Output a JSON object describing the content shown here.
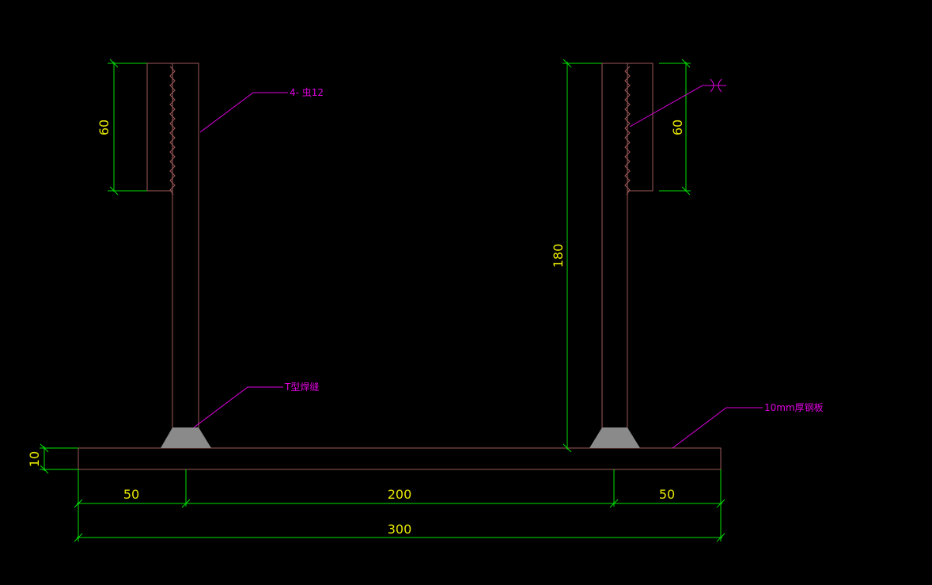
{
  "colors": {
    "background": "#000000",
    "outline": "#a05a5a",
    "dimension_line": "#00e000",
    "dimension_text": "#e6e600",
    "leader": "#e000e0",
    "weld_fill": "#8a8a8a"
  },
  "dimensions": {
    "left_bar_length": "60",
    "right_bar_length": "60",
    "post_height": "180",
    "plate_thickness": "10",
    "left_offset": "50",
    "center_span": "200",
    "right_offset": "50",
    "total_width": "300"
  },
  "labels": {
    "rebar": "4- 虫12",
    "fillet_weld": "T型焊缝",
    "plate": "10mm厚钢板"
  }
}
